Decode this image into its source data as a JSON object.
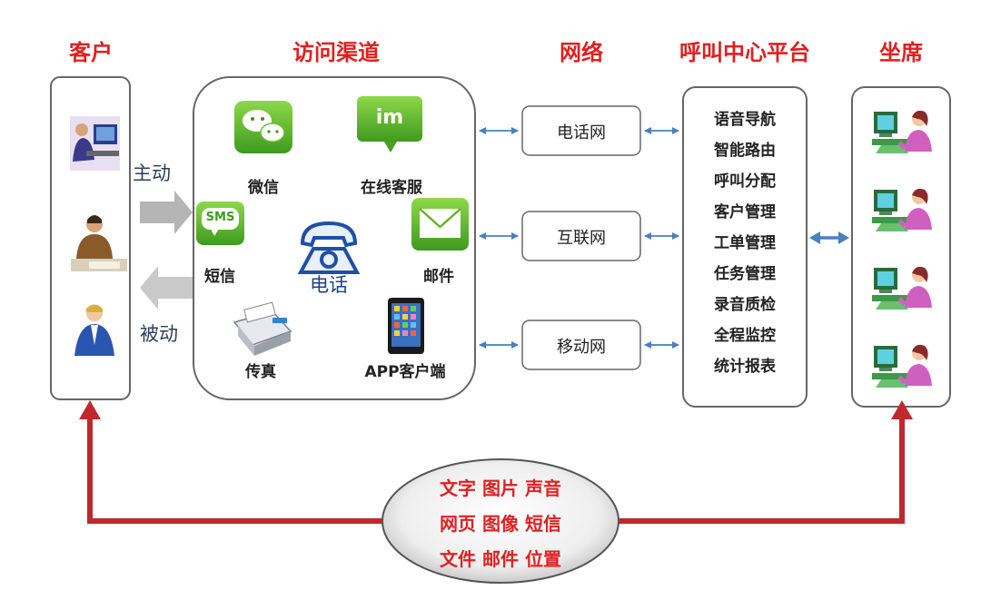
{
  "headers": {
    "customer": "客户",
    "channels": "访问渠道",
    "network": "网络",
    "platform": "呼叫中心平台",
    "agents": "坐席"
  },
  "directions": {
    "active": "主动",
    "passive": "被动"
  },
  "channels": {
    "wechat": "微信",
    "online_service": "在线客服",
    "sms": "短信",
    "phone": "电话",
    "email": "邮件",
    "fax": "传真",
    "app": "APP客户端",
    "sms_icon_text": "SMS",
    "im_icon_text": "im"
  },
  "networks": {
    "phone_net": "电话网",
    "internet": "互联网",
    "mobile_net": "移动网"
  },
  "platform_functions": [
    "语音导航",
    "智能路由",
    "呼叫分配",
    "客户管理",
    "工单管理",
    "任务管理",
    "录音质检",
    "全程监控",
    "统计报表"
  ],
  "media_types": {
    "line1": "文字 图片 声音",
    "line2": "网页 图像 短信",
    "line3": "文件 邮件 位置"
  },
  "colors": {
    "header_red": "#e02020",
    "arrow_red": "#c0282d",
    "connector_blue": "#4a7fc0"
  }
}
